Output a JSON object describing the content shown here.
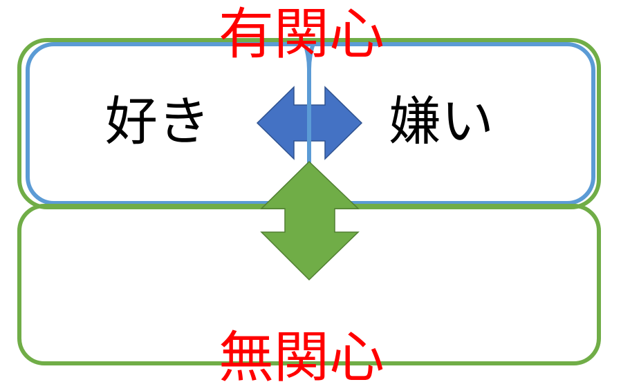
{
  "labels": {
    "top": "有関心",
    "bottom": "無関心",
    "left": "好き",
    "right": "嫌い"
  },
  "colors": {
    "outer_border": "#70ad47",
    "inner_border": "#5b9bd5",
    "horizontal_arrow": "#4472c4",
    "vertical_arrow": "#70ad47",
    "label_red": "#ff0000",
    "label_black": "#000000"
  }
}
